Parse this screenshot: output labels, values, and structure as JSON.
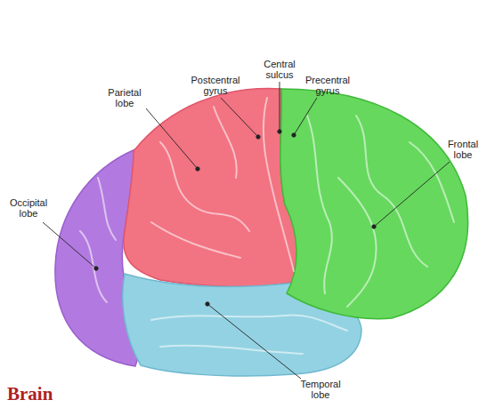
{
  "diagram": {
    "title": "Brain",
    "labels": [
      "Parietal lobe",
      "Postcentral gyrus",
      "Central sulcus",
      "Precentral gyrus",
      "Frontal lobe",
      "Occipital lobe",
      "Temporal lobe"
    ]
  }
}
